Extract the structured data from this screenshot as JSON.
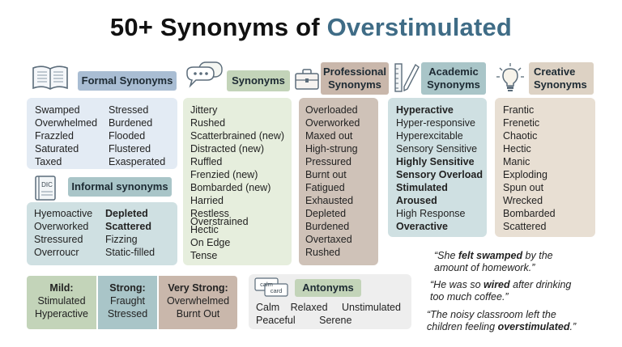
{
  "title": {
    "prefix": "50+ Synonyms of",
    "highlight": "Overstimulated"
  },
  "formal": {
    "header": "Formal Synonyms",
    "col1": [
      "Swamped",
      "Overwhelmed",
      "Frazzled",
      "Saturated",
      "Taxed"
    ],
    "col2": [
      "Stressed",
      "Burdened",
      "Flooded",
      "Flustered",
      "Exasperated"
    ]
  },
  "informal": {
    "header": "Informal synonyms",
    "icon_text": "DIC",
    "col1": [
      "Hyemoactive",
      "Overworked",
      "Stressured",
      "Overroucr"
    ],
    "col2": [
      "Depleted",
      "Scattered",
      "Fizzing",
      "Static-filled"
    ]
  },
  "synonyms": {
    "header": "Synonyms",
    "items": [
      "Jittery",
      "Rushed",
      "Scatterbrained (new)",
      "Distracted (new)",
      "Ruffled",
      "Frenzied (new)",
      "Bombarded (new)",
      "Harried",
      "Restless",
      "Overstrained",
      "Hectic",
      "On Edge",
      "Tense"
    ]
  },
  "professional": {
    "header_line1": "Professional",
    "header_line2": "Synonyms",
    "items": [
      "Overloaded",
      "Overworked",
      "Maxed out",
      "High-strung",
      "Pressured",
      "Burnt out",
      "Fatigued",
      "Exhausted",
      "Depleted",
      "Burdened",
      "Overtaxed",
      "Rushed"
    ]
  },
  "academic": {
    "header_line1": "Academic",
    "header_line2": "Synonyms",
    "items": [
      "Hyperactive",
      "Hyper-responsive",
      "Hyperexcitable",
      "Sensory Sensitive",
      "Highly Sensitive",
      "Sensory Overload",
      "Stimulated",
      "Aroused",
      "High Response",
      "Overactive"
    ]
  },
  "creative": {
    "header_line1": "Creative",
    "header_line2": "Synonyms",
    "items": [
      "Frantic",
      "Frenetic",
      "Chaotic",
      "Hectic",
      "Manic",
      "Exploding",
      "Spun out",
      "Wrecked",
      "Bombarded",
      "Scattered"
    ]
  },
  "levels": {
    "mild": {
      "label": "Mild:",
      "line1": "Stimulated",
      "line2": "Hyperactive"
    },
    "strong": {
      "label": "Strong:",
      "line1": "Fraught",
      "line2": "Stressed"
    },
    "very_strong": {
      "label": "Very Strong:",
      "line1": "Overwhelmed",
      "line2": "Burnt Out"
    }
  },
  "antonyms": {
    "header": "Antonyms",
    "icon_word1": "calm",
    "icon_word2": "card",
    "row1": [
      "Calm",
      "Relaxed",
      "Unstimulated"
    ],
    "row2": [
      "Peaceful",
      "Serene"
    ]
  },
  "quotes": {
    "q1": {
      "pre": "“She ",
      "bold": "felt swamped",
      "post1": " by the",
      "line2": "amount of homework.”"
    },
    "q2": {
      "pre": "“He was so ",
      "bold": "wired",
      "post1": " after drinking",
      "line2": "too much coffee.”"
    },
    "q3": {
      "line1": "“The noisy classroom left the",
      "pre2": "children feeling ",
      "bold": "overstimulated",
      "post2": ".”"
    }
  },
  "colors": {
    "blue_header": "#a9bdd3",
    "blue_box": "#e3ebf4",
    "green_header": "#c3d4b9",
    "green_box": "#e6eedd",
    "brown_header": "#c9b7ab",
    "brown_box": "#cfc2b8",
    "teal_header": "#a9c5c8",
    "teal_box": "#cfe0e2",
    "tan_header": "#ddd2c4",
    "tan_box": "#e8dfd3",
    "title_accent": "#3f6c86"
  }
}
